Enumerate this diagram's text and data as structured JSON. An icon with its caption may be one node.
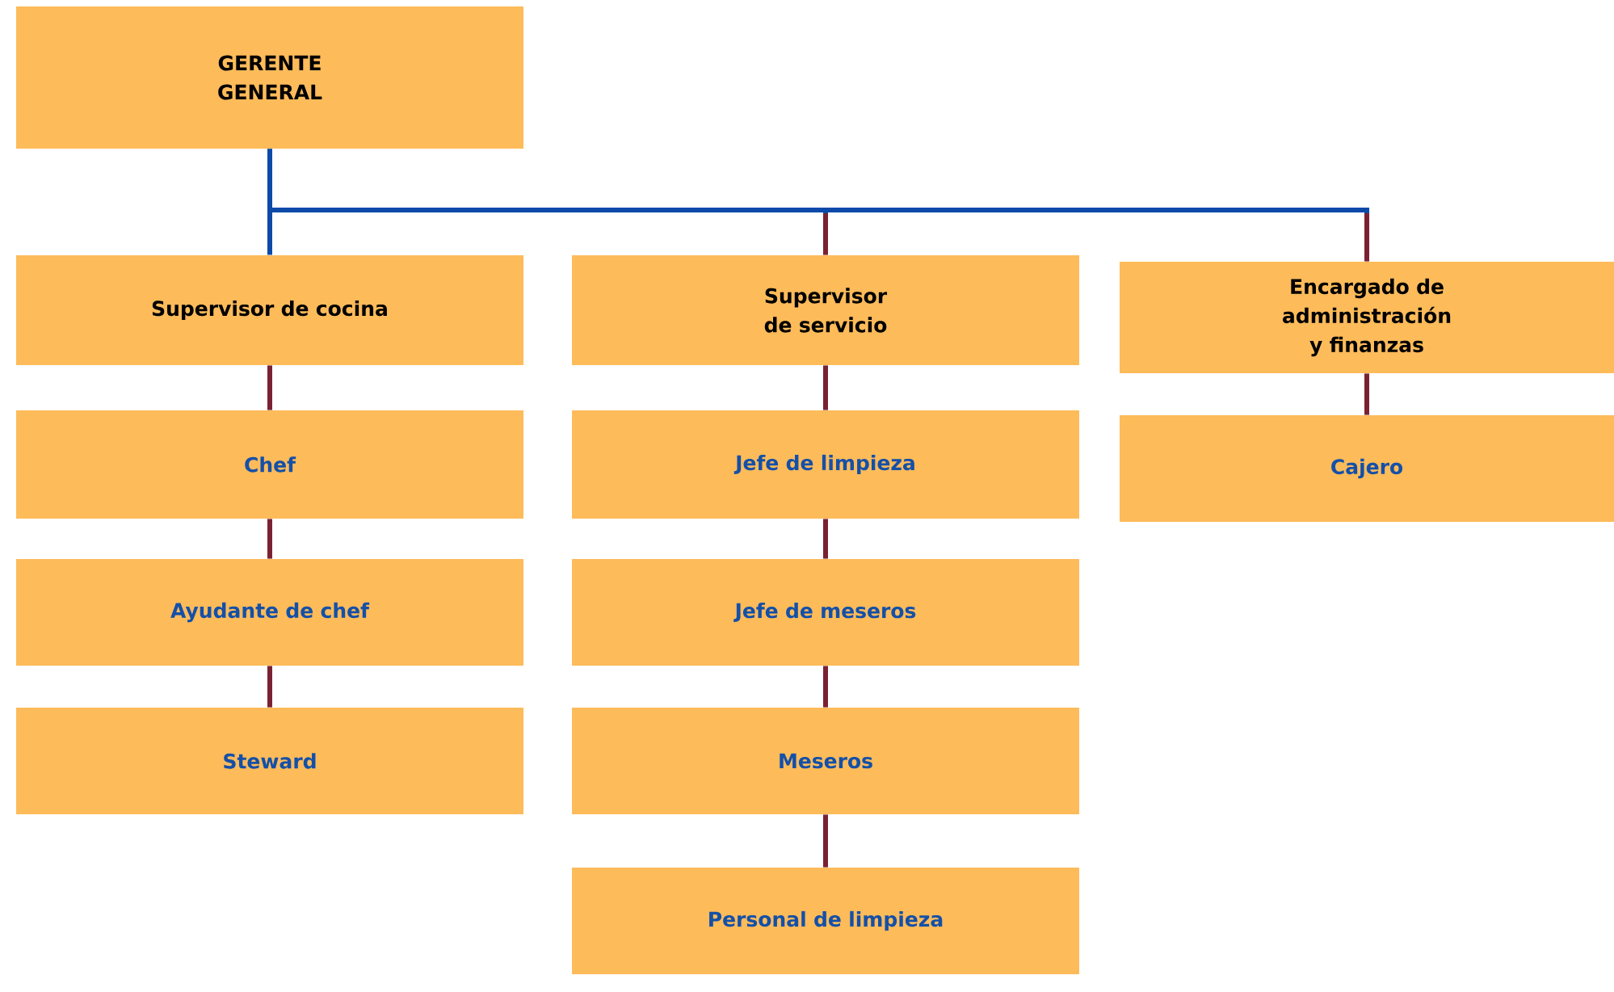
{
  "diagram": {
    "nodes": [
      {
        "text": [
          "GERENTE GENERAL"
        ]
      },
      {
        "text": [
          "Supervisor de cocina"
        ]
      },
      {
        "text": [
          "Supervisor de servicio"
        ]
      },
      {
        "text": [
          "Encargado de administración y finanzas"
        ]
      },
      {
        "text": [
          "Chef"
        ]
      },
      {
        "text": [
          "Jefe de limpieza"
        ]
      },
      {
        "text": [
          "Cajero"
        ]
      },
      {
        "text": [
          "Ayudante de chef"
        ]
      },
      {
        "text": [
          "Jefe de meseros"
        ]
      },
      {
        "text": [
          "Steward"
        ]
      },
      {
        "text": [
          "Meseros"
        ]
      },
      {
        "text": [
          "Personal de limpieza"
        ]
      }
    ],
    "edges": [
      {
        "from": 0,
        "to": 1,
        "arrow": "none",
        "color": "#0b4aa8"
      },
      {
        "from": 0,
        "to": 2,
        "arrow": "none",
        "color": "#0b4aa8"
      },
      {
        "from": 0,
        "to": 3,
        "arrow": "none",
        "color": "#0b4aa8"
      },
      {
        "from": 1,
        "to": 4,
        "arrow": "none"
      },
      {
        "from": 4,
        "to": 7,
        "arrow": "none"
      },
      {
        "from": 7,
        "to": 9,
        "arrow": "none"
      },
      {
        "from": 2,
        "to": 5,
        "arrow": "none"
      },
      {
        "from": 5,
        "to": 8,
        "arrow": "none"
      },
      {
        "from": 8,
        "to": 10,
        "arrow": "none"
      },
      {
        "from": 10,
        "to": 11,
        "arrow": "none"
      },
      {
        "from": 3,
        "to": 6,
        "arrow": "none"
      }
    ]
  }
}
